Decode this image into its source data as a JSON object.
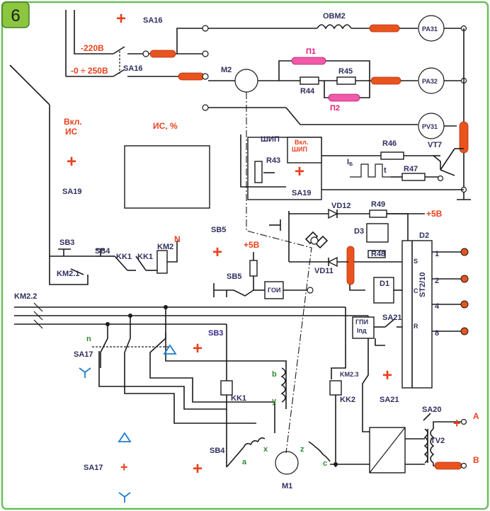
{
  "figure_badge": "6",
  "colors": {
    "frame": "#6cbf5a",
    "badge_bg": "#8cc63f",
    "accent": "#e8411d",
    "wire": "#1a1a1a",
    "green_label": "#2e8b2e",
    "blue_sym": "#1f7ecf",
    "pink": "#e6197f"
  },
  "labels": {
    "sa16_top": "SA16",
    "v_220": "-220В",
    "v_0_250": "-0 ÷ 250В",
    "sa16_mid": "SA16",
    "obm2": "ОВМ2",
    "pa31": "PA31",
    "m2": "M2",
    "p1": "П1",
    "r45": "R45",
    "r44": "R44",
    "pa32": "PA32",
    "p2": "П2",
    "vkl_is_1": "Вкл.",
    "vkl_is_2": "ИС",
    "is_percent": "ИС, %",
    "pv31": "PV31",
    "ship": "ШИП",
    "vkl_ship_1": "Вкл.",
    "vkl_ship_2": "ШИП",
    "r43": "R43",
    "r46": "R46",
    "vt7": "VT7",
    "ib": "I",
    "ib_sub": "Б",
    "t": "t",
    "r47": "R47",
    "sa19_box": "SA19",
    "sa19": "SA19",
    "vd12": "VD12",
    "r49": "R49",
    "plus5v_right": "+5В",
    "d3": "D3",
    "d2": "D2",
    "r48": "R48",
    "vd11": "VD11",
    "sb5_top": "SB5",
    "plus5v_mid": "+5В",
    "sb5": "SB5",
    "goi": "ГОИ",
    "d1": "D1",
    "st2_10": "ST2/10",
    "pin_s": "S",
    "pin_c": "C",
    "pin_r": "R",
    "out_1": "1",
    "out_2": "2",
    "out_4": "4",
    "out_8": "8",
    "sb3": "SB3",
    "sb4": "SB4",
    "kk1_a": "KK1",
    "kk1_b": "KK1",
    "km2": "KM2",
    "n_label": "N",
    "km2_1": "KM2.1",
    "km2_2": "KM2.2",
    "gpi_1": "ГПИ",
    "gpi_2": "Iпд",
    "sa21": "SA21",
    "sa21_lower": "SA21",
    "sb3_mid": "SB3",
    "n_green": "n",
    "sa17": "SA17",
    "b_green": "b",
    "y_green": "y",
    "kk1_coil": "KK1",
    "km2_3": "KM2.3",
    "kk2": "KK2",
    "sa20": "SA20",
    "tv2": "TV2",
    "term_a": "A",
    "term_b": "B",
    "x_green": "x",
    "z_green": "z",
    "a_green": "a",
    "c_green": "c",
    "sb4_lower": "SB4",
    "m1": "M1",
    "sa17_lower": "SA17"
  }
}
